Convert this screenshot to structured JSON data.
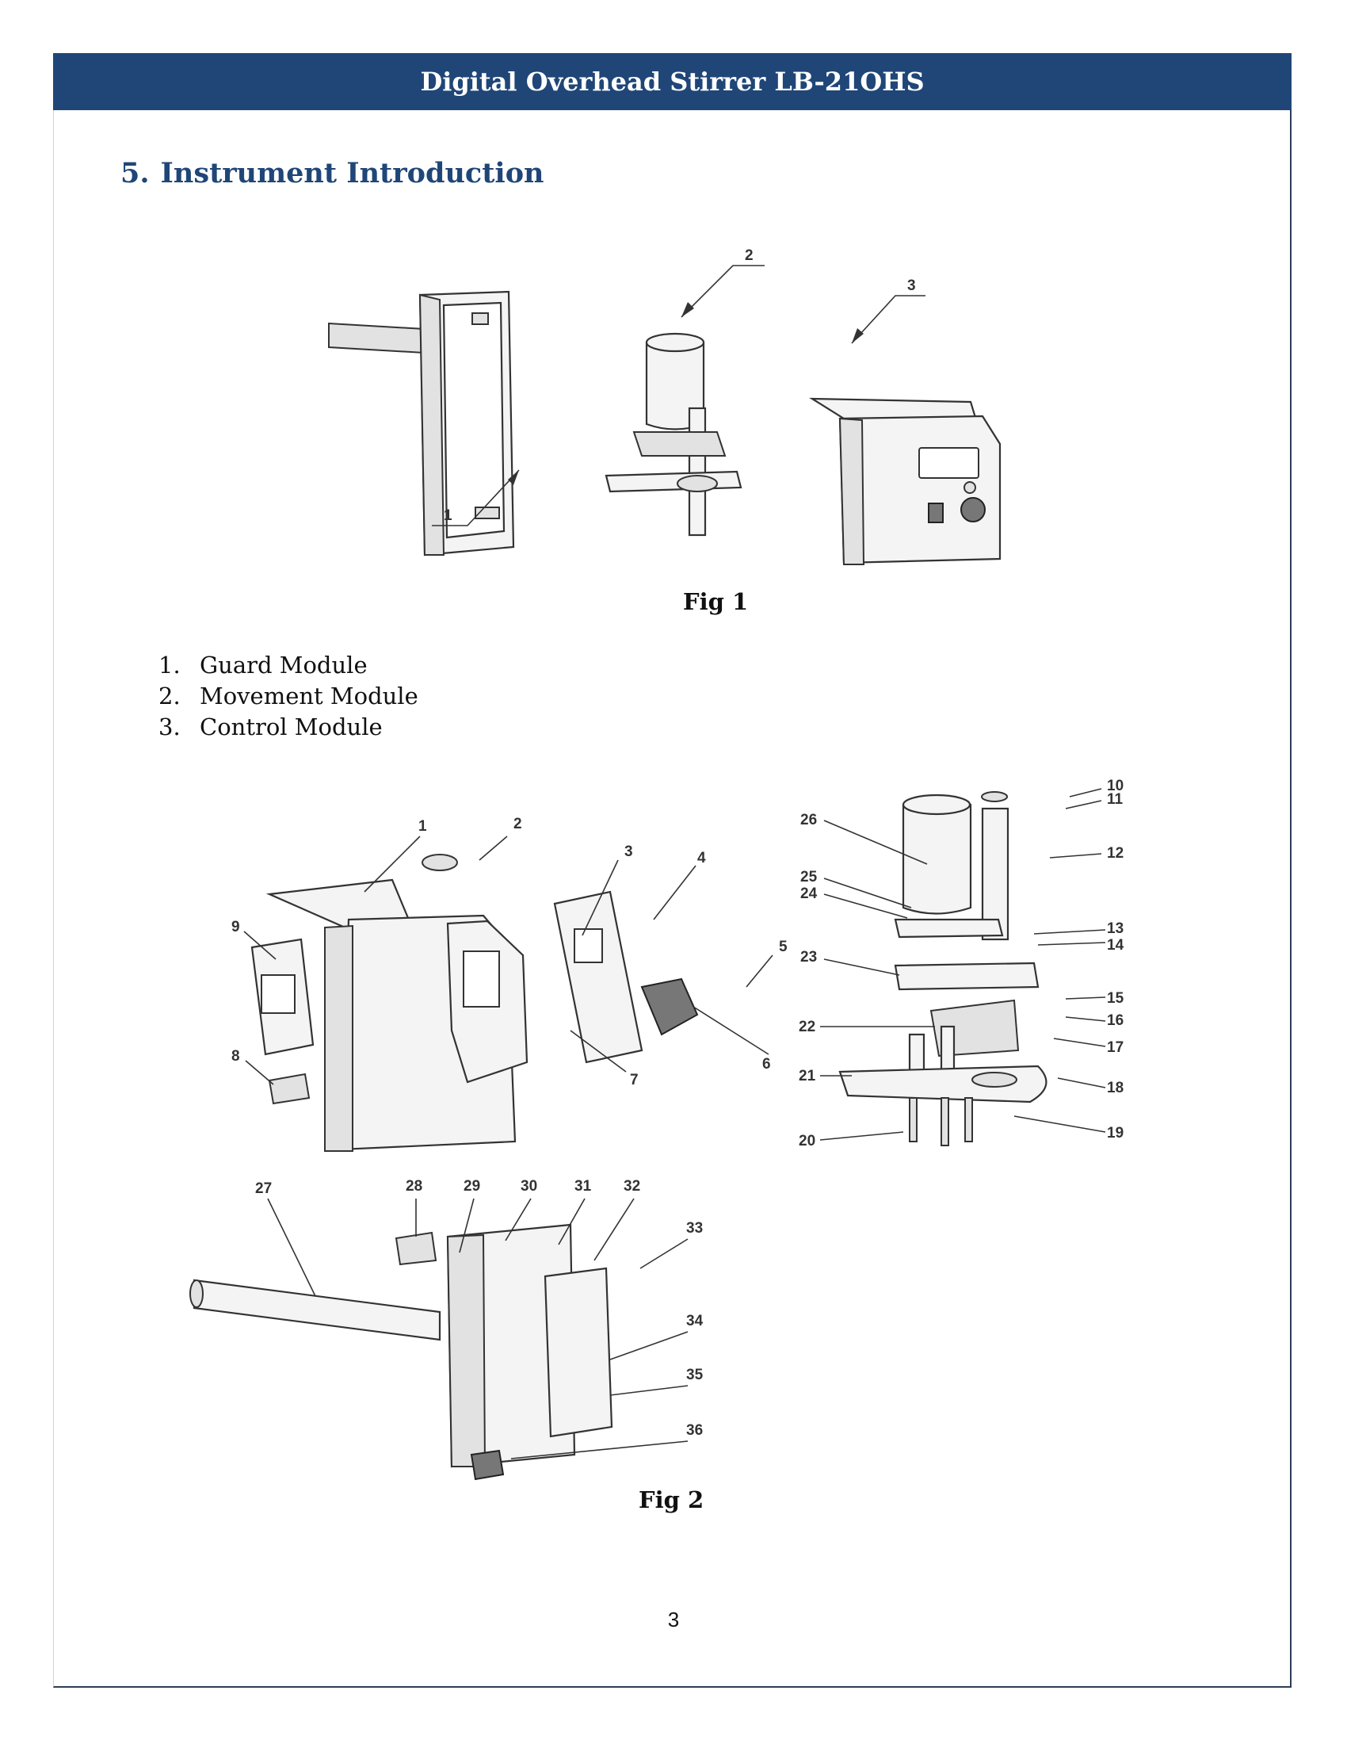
{
  "header": {
    "title": "Digital Overhead Stirrer LB-21OHS"
  },
  "section": {
    "number": "5.",
    "title": "Instrument Introduction"
  },
  "figure1": {
    "caption": "Fig 1",
    "callouts": [
      "1",
      "2",
      "3"
    ]
  },
  "modules": [
    {
      "number": "1.",
      "label": "Guard Module"
    },
    {
      "number": "2.",
      "label": "Movement Module"
    },
    {
      "number": "3.",
      "label": "Control Module"
    }
  ],
  "figure2": {
    "caption": "Fig 2",
    "callouts_control": [
      "1",
      "2",
      "3",
      "4",
      "5",
      "6",
      "7",
      "8",
      "9"
    ],
    "callouts_movement": [
      "10",
      "11",
      "12",
      "13",
      "14",
      "15",
      "16",
      "17",
      "18",
      "19",
      "20",
      "21",
      "22",
      "23",
      "24",
      "25",
      "26"
    ],
    "callouts_guard": [
      "27",
      "28",
      "29",
      "30",
      "31",
      "32",
      "33",
      "34",
      "35",
      "36"
    ]
  },
  "page": {
    "number": "3"
  }
}
